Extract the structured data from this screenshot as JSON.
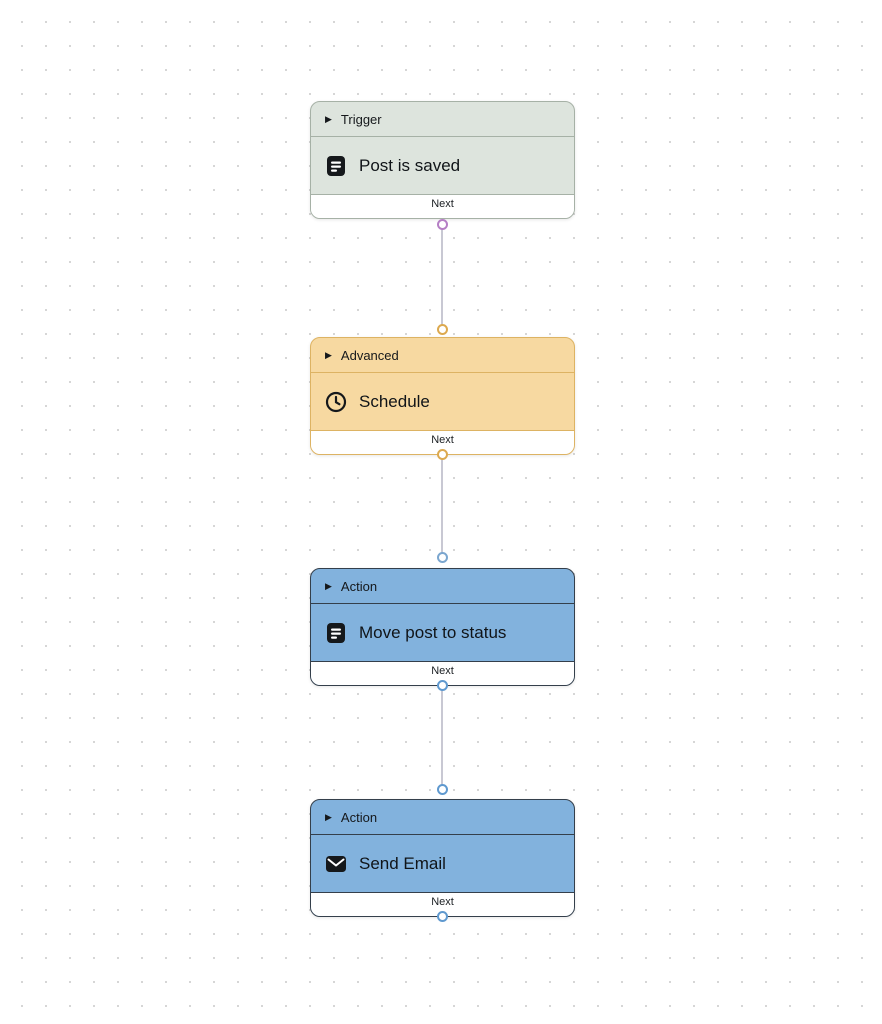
{
  "canvas": {
    "background_color": "#ffffff",
    "dot_color": "#d6d6d6",
    "edge_color": "#c8c8d3"
  },
  "nodes": [
    {
      "type": "Trigger",
      "title": "Post is saved",
      "icon": "document-icon",
      "collapse_icon": "▶",
      "output_label": "Next",
      "colors": {
        "bg": "#dde4dd",
        "border": "#a6b1a6",
        "port": "#b57fc5"
      }
    },
    {
      "type": "Advanced",
      "title": "Schedule",
      "icon": "clock-icon",
      "collapse_icon": "▶",
      "output_label": "Next",
      "colors": {
        "bg": "#f7d9a1",
        "border": "#ddb363",
        "port": "#dca94f"
      }
    },
    {
      "type": "Action",
      "title": "Move post to status",
      "icon": "document-icon",
      "collapse_icon": "▶",
      "output_label": "Next",
      "colors": {
        "bg": "#82b2dd",
        "border": "#343f4b",
        "port": "#5f99cf"
      }
    },
    {
      "type": "Action",
      "title": "Send Email",
      "icon": "mail-icon",
      "collapse_icon": "▶",
      "output_label": "Next",
      "colors": {
        "bg": "#82b2dd",
        "border": "#343f4b",
        "port": "#5f99cf"
      }
    }
  ],
  "edges": [
    {
      "from": "Trigger",
      "to": "Advanced",
      "endpoint_color": "#dca94f"
    },
    {
      "from": "Advanced",
      "to": "Action",
      "endpoint_color": "#7ba6cf"
    },
    {
      "from": "Action",
      "to": "Action",
      "endpoint_color": "#5f99cf"
    }
  ]
}
